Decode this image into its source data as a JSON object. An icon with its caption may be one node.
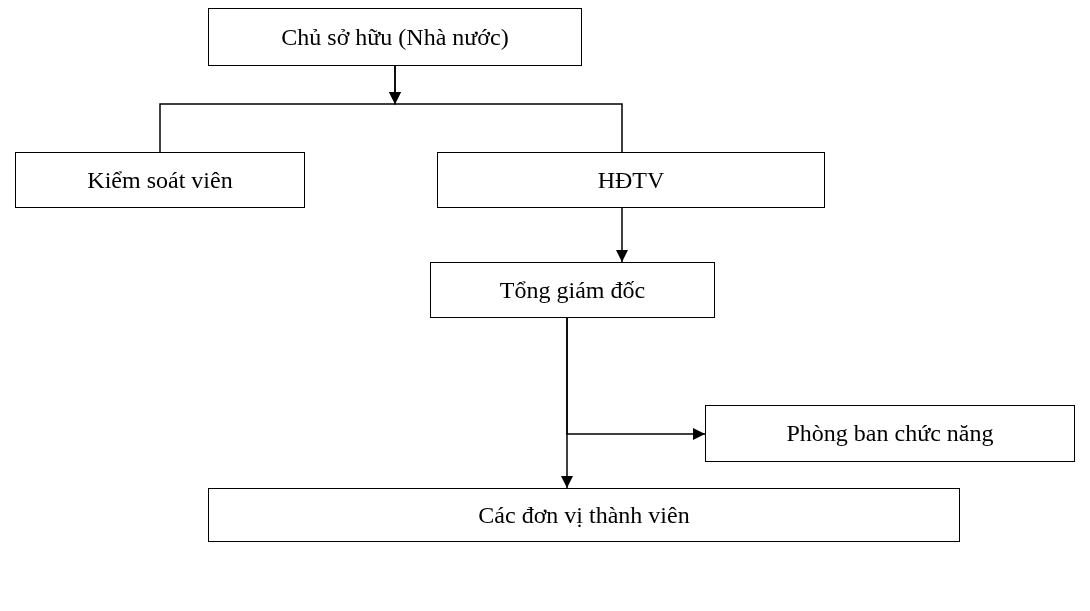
{
  "diagram": {
    "nodes": [
      {
        "text": [
          "Chủ sở hữu (Nhà nước)"
        ]
      },
      {
        "text": [
          "Kiểm soát viên"
        ]
      },
      {
        "text": [
          "HĐTV"
        ]
      },
      {
        "text": [
          "Tổng giám đốc"
        ]
      },
      {
        "text": [
          "Phòng ban chức năng"
        ]
      },
      {
        "text": [
          "Các đơn vị thành viên"
        ]
      }
    ],
    "edges": [
      {
        "from": 0,
        "to": 1,
        "arrow": "to"
      },
      {
        "from": 0,
        "to": 2,
        "arrow": "to"
      },
      {
        "from": 2,
        "to": 3,
        "arrow": "to"
      },
      {
        "from": 3,
        "to": 4,
        "arrow": "to"
      },
      {
        "from": 3,
        "to": 5,
        "arrow": "to"
      }
    ]
  }
}
